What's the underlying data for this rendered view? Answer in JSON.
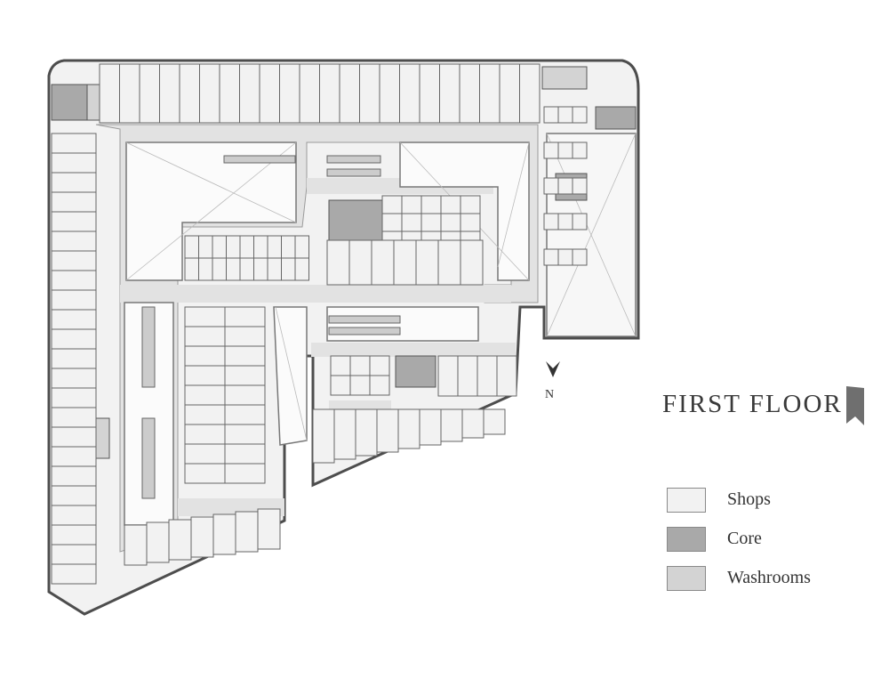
{
  "title": "FIRST FLOOR",
  "north_label": "N",
  "colors": {
    "shops": "#f2f2f2",
    "core": "#a9a9a9",
    "washrooms": "#d3d3d3",
    "corridor": "#e2e2e2",
    "wall": "#555555",
    "accent": "#7d7d7d"
  },
  "legend": [
    {
      "label": "Shops",
      "color": "#f2f2f2"
    },
    {
      "label": "Core",
      "color": "#a9a9a9"
    },
    {
      "label": "Washrooms",
      "color": "#d3d3d3"
    }
  ]
}
